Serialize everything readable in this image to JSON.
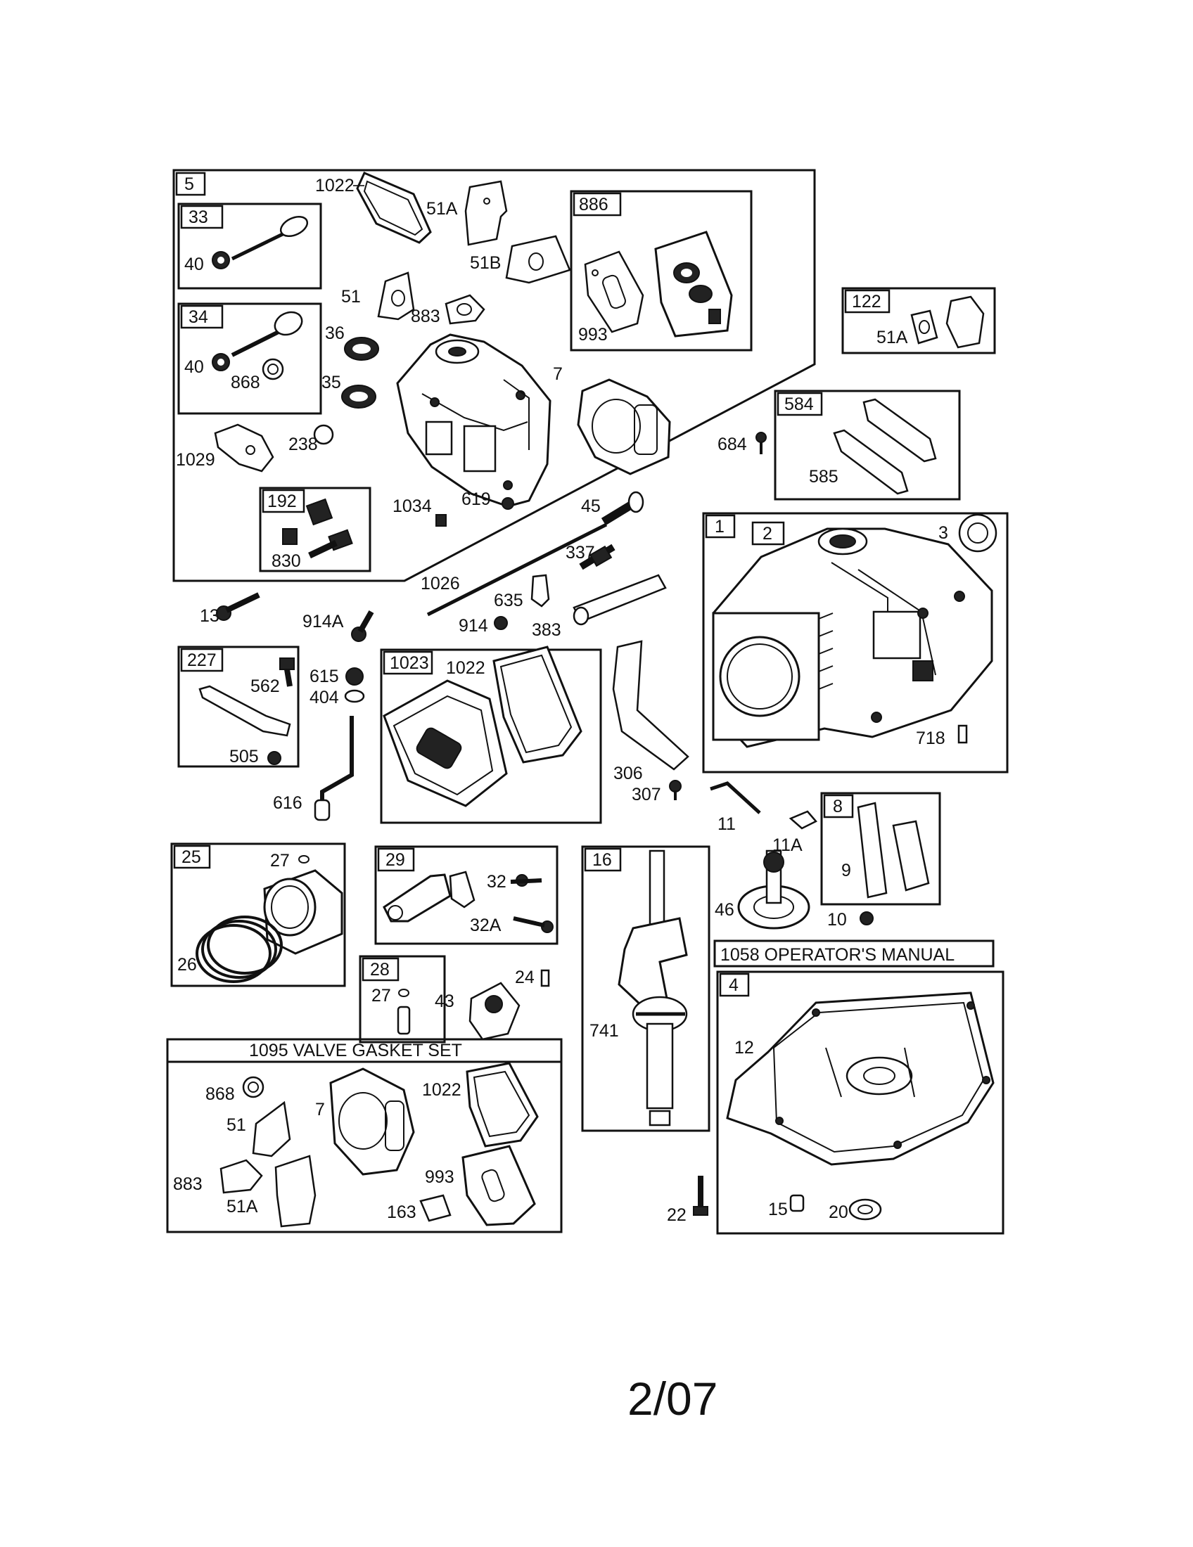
{
  "footer": {
    "date_code": "2/07"
  },
  "kits": {
    "valve_gasket_set": "1095 VALVE GASKET SET",
    "operators_manual": "1058 OPERATOR'S MANUAL"
  },
  "boxes": {
    "b5": "5",
    "b33": "33",
    "b34": "34",
    "b886": "886",
    "b122": "122",
    "b584": "584",
    "b192": "192",
    "b1": "1",
    "b2": "2",
    "b227": "227",
    "b1023": "1023",
    "b8": "8",
    "b25": "25",
    "b29": "29",
    "b16": "16",
    "b28": "28",
    "b4": "4"
  },
  "callouts": {
    "c1022a": "1022",
    "c51Aa": "51A",
    "c51Ba": "51B",
    "c40a": "40",
    "c51a": "51",
    "c883a": "883",
    "c993a": "993",
    "c51Ab": "51A",
    "c36": "36",
    "c40b": "40",
    "c868a": "868",
    "c35": "35",
    "c7a": "7",
    "c1029": "1029",
    "c238": "238",
    "c684": "684",
    "c585": "585",
    "c1034": "1034",
    "c619": "619",
    "c45": "45",
    "c830": "830",
    "c3": "3",
    "c337": "337",
    "c1026": "1026",
    "c635": "635",
    "c13": "13",
    "c914A": "914A",
    "c914": "914",
    "c383": "383",
    "c615": "615",
    "c562": "562",
    "c404": "404",
    "c1022b": "1022",
    "c505": "505",
    "c616": "616",
    "c718": "718",
    "c306": "306",
    "c307": "307",
    "c11": "11",
    "c11A": "11A",
    "c27a": "27",
    "c32": "32",
    "c9": "9",
    "c32A": "32A",
    "c46": "46",
    "c10": "10",
    "c26": "26",
    "c24": "24",
    "c27b": "27",
    "c43": "43",
    "c741": "741",
    "c12": "12",
    "c868b": "868",
    "c1022c": "1022",
    "c7b": "7",
    "c51b": "51",
    "c993b": "993",
    "c883b": "883",
    "c51Ac": "51A",
    "c163": "163",
    "c22": "22",
    "c15": "15",
    "c20": "20"
  }
}
